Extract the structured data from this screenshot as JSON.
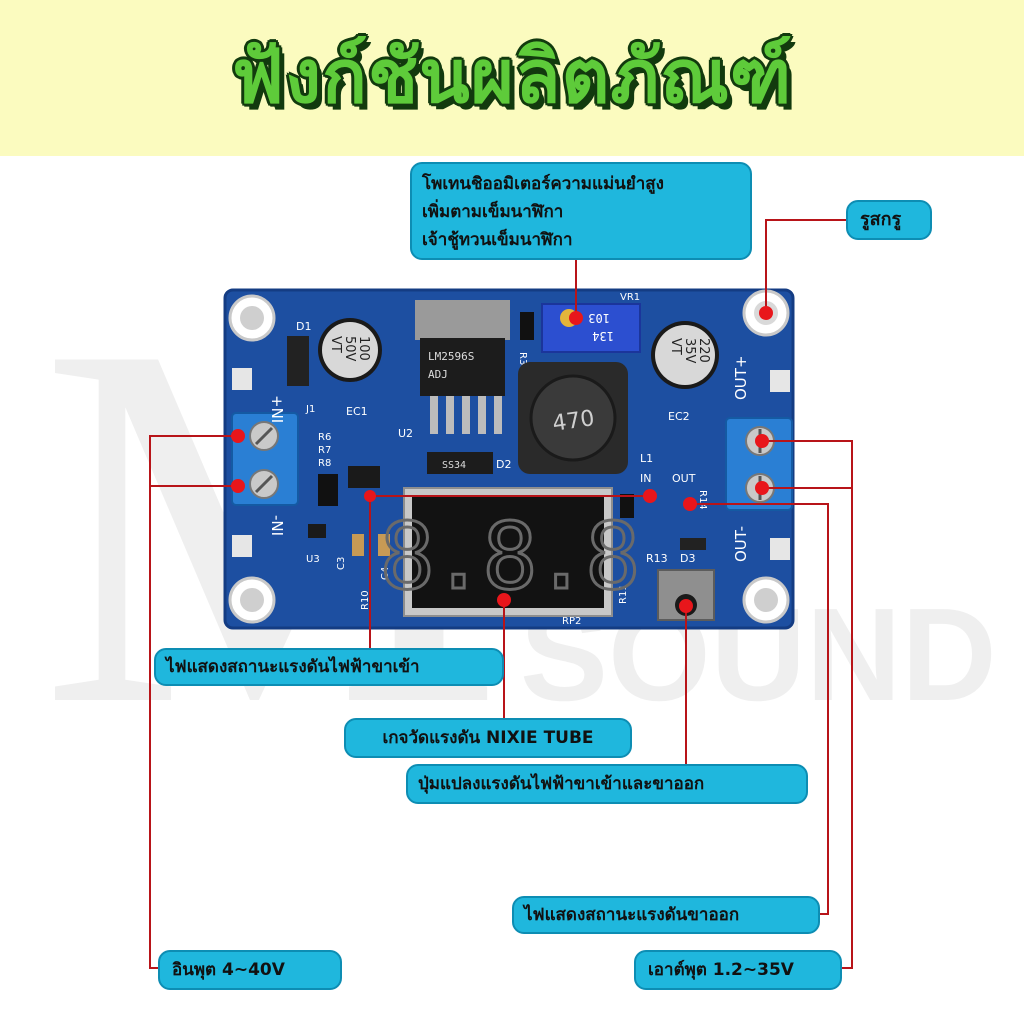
{
  "header": {
    "title": "ฟังก์ชันผลิตภัณฑ์",
    "background": "#fbfbbf",
    "title_color": "#5ecb3a"
  },
  "watermark": {
    "letter": "M",
    "text": "SOUND"
  },
  "board": {
    "components": {
      "d1": "D1",
      "in_plus": "+NI",
      "in_minus": "-NI",
      "ec1_value": "100",
      "ec1_voltage": "50V",
      "ec1_code": "VT",
      "ec1": "EC1",
      "regulator_line1": "LM2596S",
      "regulator_line2": "ADJ",
      "u2": "U2",
      "d2": "D2",
      "diode_code": "SS34",
      "r3": "R3",
      "vr1": "VR1",
      "pot_code1": "103",
      "pot_code2": "134",
      "inductor": "470",
      "l1": "L1",
      "ec2_value": "220",
      "ec2_voltage": "35V",
      "ec2_code": "VT",
      "ec2": "EC2",
      "out_plus": "OUT+",
      "out_minus": "OUT-",
      "r6": "R6",
      "r7": "R7",
      "r8": "R8",
      "j1": "J1",
      "u3": "U3",
      "c3": "C3",
      "c4": "C4",
      "r10": "R10",
      "in_label": "IN",
      "out_label": "OUT",
      "r14": "R14",
      "r13": "R13",
      "d3": "D3",
      "r11": "R11",
      "rp2": "RP2",
      "display_digits": "8.8.8"
    },
    "colors": {
      "pcb": "#1d4fa1",
      "pcb_dark": "#143c83",
      "terminal": "#2a7fd4",
      "pot": "#2c4fd0",
      "marker": "#e8161b",
      "line": "#b81419"
    }
  },
  "callouts": {
    "potentiometer": [
      "โพเทนชิออมิเตอร์ความแม่นยำสูง",
      "เพิ่มตามเข็มนาฬิกา",
      "เจ้าชู้ทวนเข็มนาฬิกา"
    ],
    "screw_hole": "รูสกรู",
    "input_indicator": "ไฟแสดงสถานะแรงดันไฟฟ้าขาเข้า",
    "voltmeter": "เกจวัดแรงดัน NIXIE TUBE",
    "switch_button": "ปุ่มแปลงแรงดันไฟฟ้าขาเข้าและขาออก",
    "output_indicator": "ไฟแสดงสถานะแรงดันขาออก",
    "input_range": "อินพุต 4~40V",
    "output_range": "เอาต์พุต 1.2~35V"
  }
}
